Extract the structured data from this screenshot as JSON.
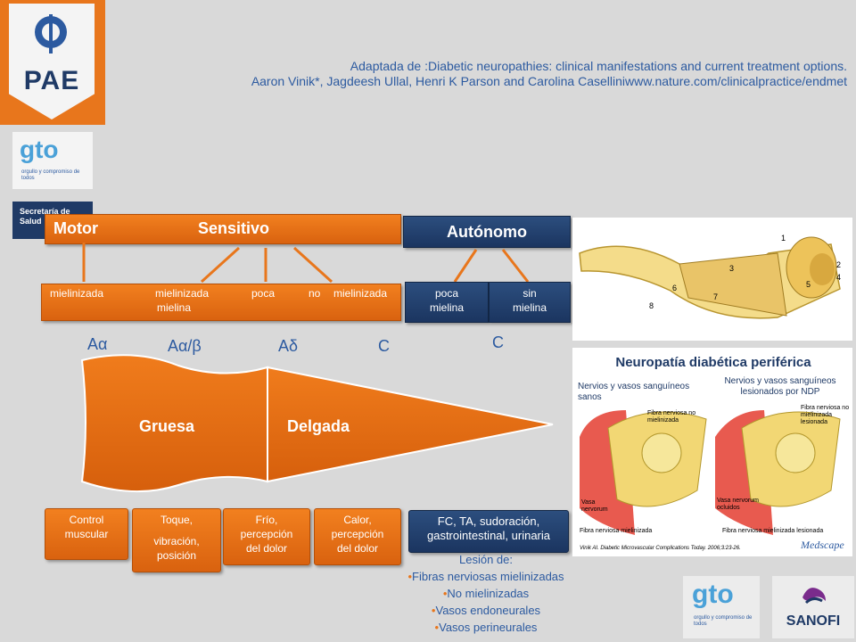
{
  "caption": {
    "line1": "Adaptada de :Diabetic neuropathies: clinical manifestations and current treatment options.",
    "line2": "Aaron Vinik*, Jagdeesh Ullal, Henri K Parson and Carolina Caselliniwww.nature.com/clinicalpractice/endmet"
  },
  "logos": {
    "pae": "PAE",
    "gto": "gto",
    "gto_sub": "orgullo y compromiso de todos",
    "secretaria": "Secretaría de Salud",
    "sanofi": "SANOFI"
  },
  "header": {
    "motor": "Motor",
    "sensitivo": "Sensitivo",
    "autonomo": "Autónomo"
  },
  "fibers_row": {
    "m1": "mielinizada",
    "m2": "mielinizada",
    "m2b": "mielina",
    "poca": "poca",
    "no": "no",
    "m3": "mielinizada",
    "poca_mielina_a": "poca",
    "poca_mielina_b": "mielina",
    "sin_a": "sin",
    "sin_b": "mielina"
  },
  "greek": {
    "a_alpha": "Aα",
    "a_alpha_beta": "Aα/β",
    "a_delta": "Aδ",
    "c1": "C",
    "c2": "C"
  },
  "wedge": {
    "gruesa": "Gruesa",
    "delgada": "Delgada"
  },
  "functions": {
    "control_a": "Control",
    "control_b": "muscular",
    "toque_a": "Toque,",
    "toque_b": "vibración,",
    "toque_c": "posición",
    "frio_a": "Frío,",
    "frio_b": "percepción",
    "frio_c": "del dolor",
    "calor_a": "Calor,",
    "calor_b": "percepción",
    "calor_c": "del dolor",
    "fc_a": "FC, TA, sudoración,",
    "fc_b": "gastrointestinal, urinaria"
  },
  "lesion": {
    "title": "Lesión de:",
    "items": [
      "Fibras nerviosas mielinizadas",
      "No mielinizadas",
      "Vasos endoneurales",
      "Vasos perineurales"
    ]
  },
  "figure_right": {
    "title": "Neuropatía diabética periférica",
    "left_heading": "Nervios y vasos sanguíneos sanos",
    "right_heading": "Nervios y vasos sanguíneos lesionados por NDP",
    "label_a": "Fibra nerviosa no mielinizada",
    "label_b": "Fibra nerviosa no mielinizada lesionada",
    "label_c": "Vasa nervorum",
    "label_d": "Vasa nervorum ocluidos",
    "label_e": "Fibra nerviosa mielinizada",
    "label_f": "Fibra nerviosa mielinizada lesionada",
    "source": "Vinik AI. Diabetic Microvascular Complications Today. 2006;3:23-26.",
    "brand": "Medscape"
  },
  "neuron_numbers": [
    "1",
    "2",
    "3",
    "4",
    "5",
    "6",
    "7",
    "8"
  ],
  "colors": {
    "orange": "#e8761c",
    "navy": "#1f3a66",
    "blue_text": "#2c5aa0"
  }
}
